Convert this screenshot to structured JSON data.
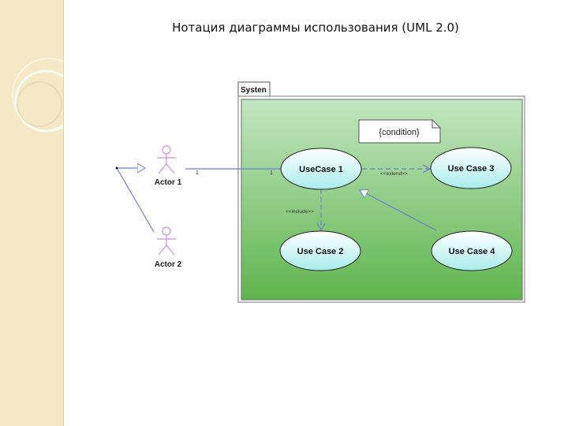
{
  "slide": {
    "title": "Нотация диаграммы использования (UML 2.0)"
  },
  "diagram": {
    "system_label": "Systen",
    "note_text": "{condition}",
    "actors": [
      {
        "label": "Actor 1"
      },
      {
        "label": "Actor 2"
      }
    ],
    "use_cases": [
      {
        "label": "UseCase 1"
      },
      {
        "label": "Use Case 2"
      },
      {
        "label": "Use Case 3"
      },
      {
        "label": "Use Case 4"
      }
    ],
    "multiplicity_left": "1",
    "multiplicity_right": "1",
    "include_label": "<<include>>",
    "extend_label": "<<extend>>"
  },
  "colors": {
    "background_strip": "#f4e9c4",
    "system_fill_top": "#c3e6c1",
    "system_fill_bottom": "#5fb44d",
    "usecase_fill": "#c9f3f3",
    "actor_stroke": "#c890d8",
    "connector": "#6a7fd0"
  }
}
